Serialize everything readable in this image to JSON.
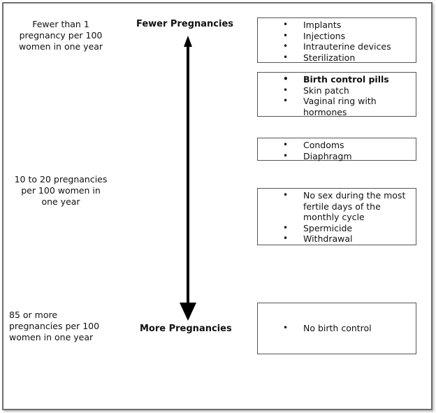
{
  "rates": {
    "top": "Fewer than 1 pregnancy per 100 women in one year",
    "middle": "10 to 20 pregnancies per 100 women in one year",
    "bottom": "85 or more pregnancies per 100 women in one year"
  },
  "headings": {
    "top": "Fewer Pregnancies",
    "bottom": "More Pregnancies"
  },
  "groups": [
    {
      "items": [
        "Implants",
        "Injections",
        "Intrauterine devices",
        "Sterilization"
      ]
    },
    {
      "items": [
        "Birth control pills",
        "Skin patch",
        "Vaginal ring with hormones"
      ],
      "bold_first": true
    },
    {
      "items": [
        "Condoms",
        "Diaphragm"
      ]
    },
    {
      "items": [
        "No sex during the most fertile days of the monthly cycle",
        "Spermicide",
        "Withdrawal"
      ]
    },
    {
      "items": [
        "No birth control"
      ]
    }
  ]
}
